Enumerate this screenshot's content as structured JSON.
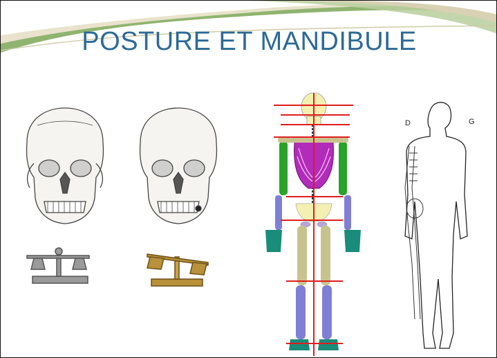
{
  "slide": {
    "title": "POSTURE ET MANDIBULE",
    "figure_labels": {
      "left": "D",
      "right": "G"
    }
  },
  "colors": {
    "title": "#2c6a96",
    "swoosh_green": "#8fb470",
    "swoosh_cream": "#e9e2cc",
    "bone_green": "#2aa32a",
    "ribs_magenta": "#b22bb9",
    "bone_blue": "#7f7fd6",
    "bone_olive": "#c8c38e",
    "hands_teal": "#1a8c7a",
    "skull_yellow": "#f3f0b2",
    "red_lines": "#e11d1d"
  },
  "illustrations": [
    "skull-with-level-scale",
    "skull-with-tilted-scale",
    "color-skeleton-posture-lines",
    "body-outline-with-skeleton"
  ]
}
